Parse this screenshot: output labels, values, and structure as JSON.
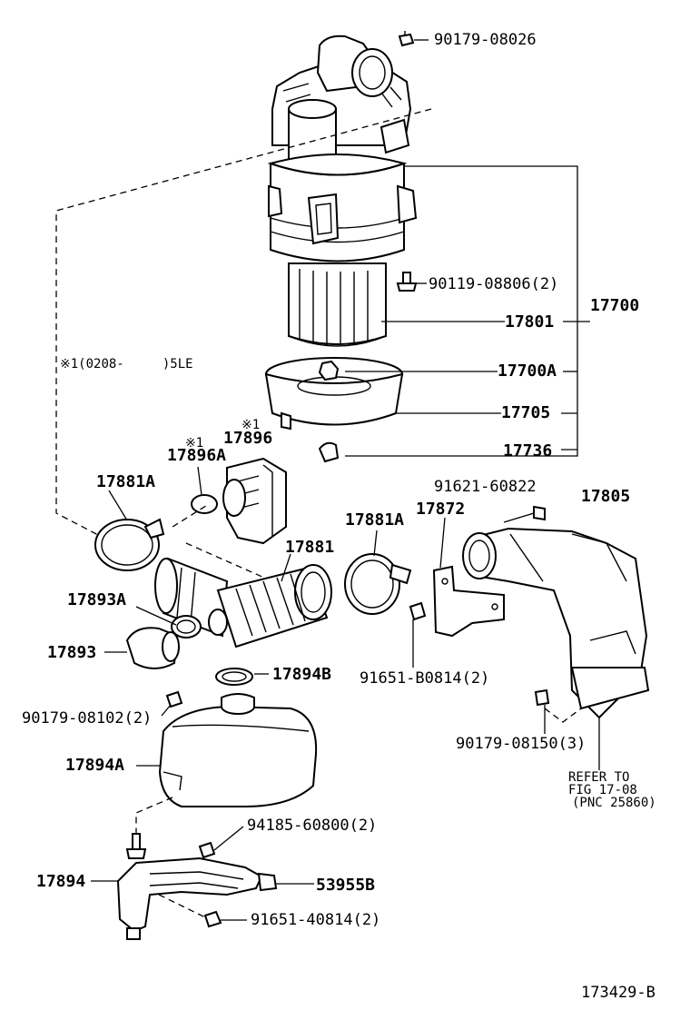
{
  "diagram": {
    "labels": {
      "p90179_08026": "90179-08026",
      "p90119_08806": "90119-08806(2)",
      "p17700": "17700",
      "p17801": "17801",
      "p17700A": "17700A",
      "p17705": "17705",
      "p17736": "17736",
      "note1": "※1(0208-     )5LE",
      "p17896_mark": "※1",
      "p17896": "17896",
      "p17896A_mark": "※1",
      "p17896A": "17896A",
      "p17881A_left": "17881A",
      "p17881": "17881",
      "p17881A_right": "17881A",
      "p17872": "17872",
      "p91621_60822": "91621-60822",
      "p17805": "17805",
      "p17893A": "17893A",
      "p17893": "17893",
      "p17894B": "17894B",
      "p91651_B0814": "91651-B0814(2)",
      "p90179_08102": "90179-08102(2)",
      "p90179_08150": "90179-08150(3)",
      "p17894A": "17894A",
      "refer1": "REFER TO",
      "refer2": "FIG 17-08",
      "refer3": "(PNC 25860)",
      "p94185_60800": "94185-60800(2)",
      "p17894": "17894",
      "p53955B": "53955B",
      "p91651_40814": "91651-40814(2)",
      "figure_id": "173429-B"
    }
  }
}
